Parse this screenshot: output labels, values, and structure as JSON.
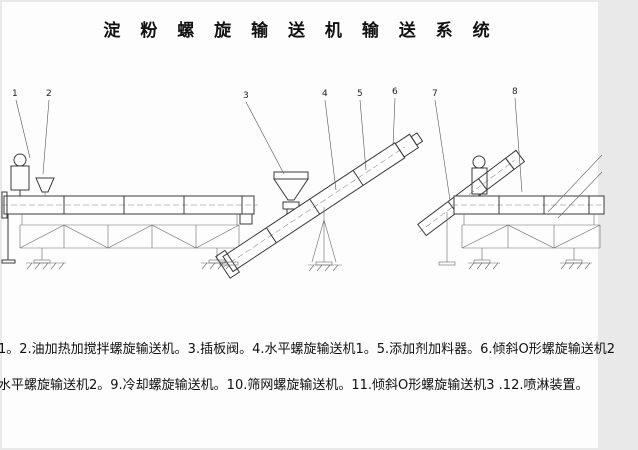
{
  "page": {
    "title": "淀 粉 螺 旋 输 送 机 输 送 系 统"
  },
  "drawing": {
    "callouts": [
      {
        "label": "1"
      },
      {
        "label": "2"
      },
      {
        "label": "3"
      },
      {
        "label": "4"
      },
      {
        "label": "5"
      },
      {
        "label": "6"
      },
      {
        "label": "7"
      },
      {
        "label": "8"
      }
    ]
  },
  "caption": {
    "line1": "1。2.油加热加搅拌螺旋输送机。3.插板阀。4.水平螺旋输送机1。5.添加剂加料器。6.倾斜O形螺旋输送机2",
    "line2": "水平螺旋输送机2。9.冷却螺旋输送机。10.筛网螺旋输送机。11.倾斜O形螺旋输送机3 .12.喷淋装置。"
  }
}
